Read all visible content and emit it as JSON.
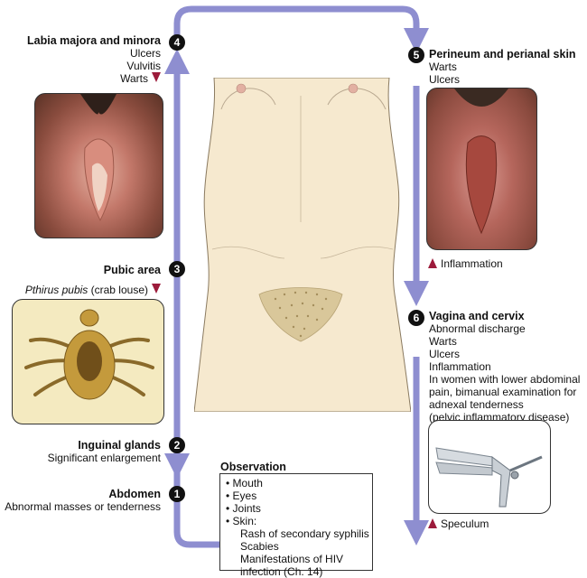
{
  "colors": {
    "arrow": "#8e8ed0",
    "skin": "#f6e9cf",
    "marker": "#9c1b3b"
  },
  "step1": {
    "num": "1",
    "title": "Abdomen",
    "lines": [
      "Abnormal masses or tenderness"
    ]
  },
  "step2": {
    "num": "2",
    "title": "Inguinal glands",
    "lines": [
      "Significant enlargement"
    ]
  },
  "step3": {
    "num": "3",
    "title": "Pubic area",
    "note_italic": "Pthirus pubis",
    "note_rest": " (crab louse)"
  },
  "step4": {
    "num": "4",
    "title": "Labia majora and minora",
    "lines": [
      "Ulcers",
      "Vulvitis",
      "Warts"
    ]
  },
  "step5": {
    "num": "5",
    "title": "Perineum and perianal skin",
    "lines": [
      "Warts",
      "Ulcers"
    ],
    "caption": "Inflammation"
  },
  "step6": {
    "num": "6",
    "title": "Vagina and cervix",
    "lines": [
      "Abnormal discharge",
      "Warts",
      "Ulcers",
      "Inflammation",
      "In women with lower abdominal",
      "pain, bimanual examination for",
      "adnexal tenderness",
      "(pelvic inflammatory disease)"
    ],
    "caption": "Speculum"
  },
  "observation": {
    "title": "Observation",
    "bullets": [
      "Mouth",
      "Eyes",
      "Joints",
      "Skin:"
    ],
    "skin_items": [
      "Rash of secondary syphilis",
      "Scabies",
      "Manifestations of HIV",
      "infection (Ch. 14)"
    ]
  }
}
